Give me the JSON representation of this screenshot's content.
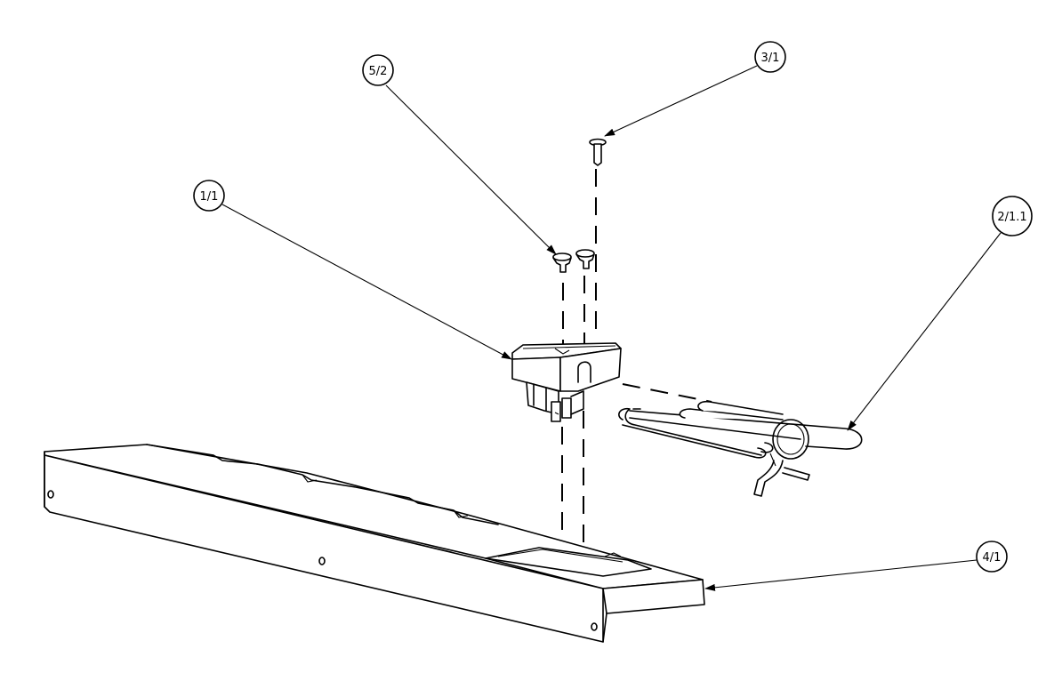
{
  "callouts": [
    {
      "id": "c1",
      "label": "5/2",
      "part": "rivets"
    },
    {
      "id": "c2",
      "label": "3/1",
      "part": "screw"
    },
    {
      "id": "c3",
      "label": "1/1",
      "part": "connector-housing"
    },
    {
      "id": "c4",
      "label": "2/1.1",
      "part": "heating-element"
    },
    {
      "id": "c5",
      "label": "4/1",
      "part": "mounting-bracket"
    }
  ]
}
